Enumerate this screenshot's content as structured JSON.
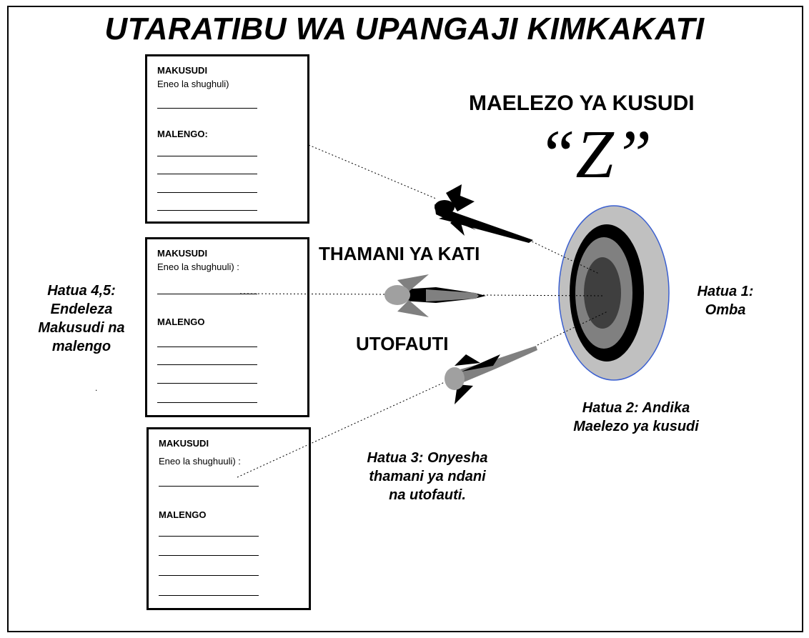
{
  "title": "UTARATIBU WA UPANGAJI KIMKAKATI",
  "target": {
    "heading": "MAELEZO YA KUSUDI",
    "mark": "“Z”"
  },
  "arrows": {
    "middle_label": "THAMANI YA KATI",
    "bottom_label": "UTOFAUTI"
  },
  "cards": [
    {
      "heading": "MAKUSUDI",
      "subtitle": "Eneo la shughuli)",
      "goals_label": "MALENGO:"
    },
    {
      "heading": "MAKUSUDI",
      "subtitle": "Eneo la shughuuli) :",
      "goals_label": "MALENGO"
    },
    {
      "heading": "MAKUSUDI",
      "subtitle": "Eneo la shughuuli) :",
      "goals_label": "MALENGO"
    }
  ],
  "steps": {
    "step1": [
      "Hatua 1:",
      "Omba"
    ],
    "step2": [
      "Hatua 2: Andika",
      "Maelezo ya kusudi"
    ],
    "step3": [
      "Hatua 3: Onyesha",
      "thamani ya ndani",
      "na utofauti."
    ],
    "step45": [
      "Hatua 4,5:",
      "Endeleza",
      "Makusudi na",
      "malengo"
    ]
  },
  "stray_mark": "."
}
